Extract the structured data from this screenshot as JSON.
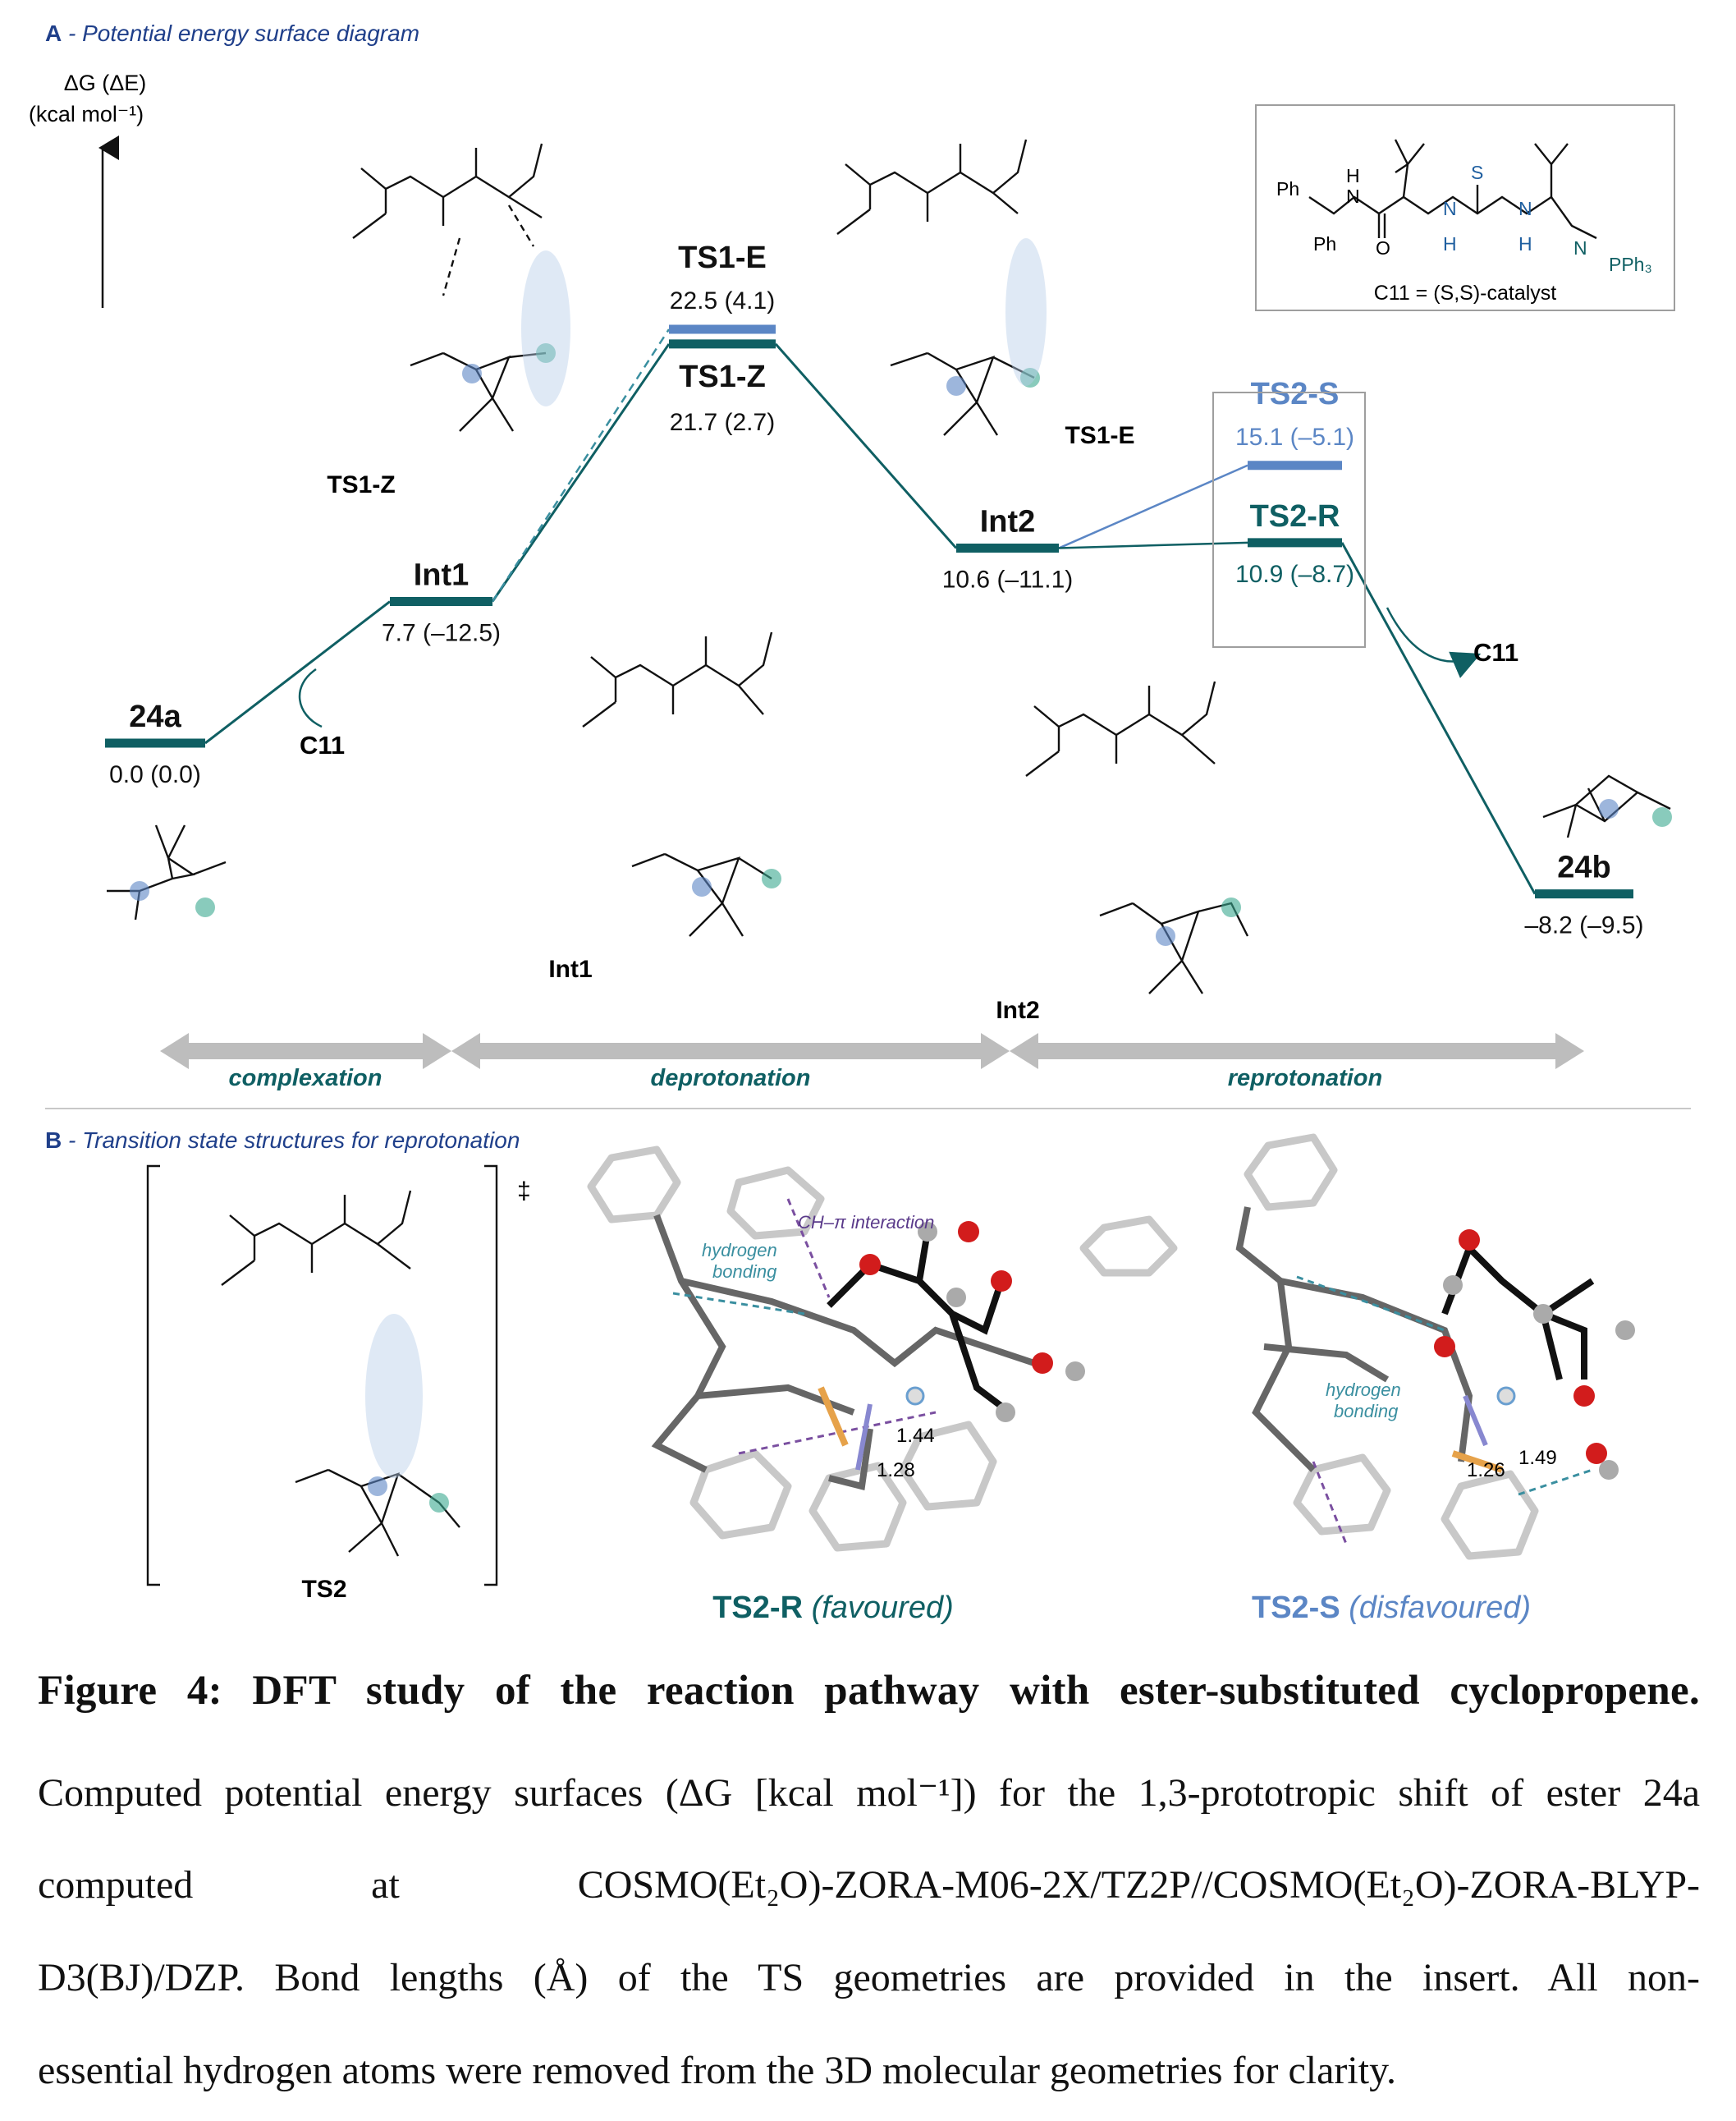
{
  "panelA": {
    "letter": "A",
    "title": " - Potential energy surface diagram",
    "yaxis": {
      "line1": "ΔG (ΔE)",
      "line2": "(kcal mol⁻¹)"
    },
    "phases": [
      "complexation",
      "deprotonation",
      "reprotonation"
    ],
    "catalyst_box": "C11 = (S,S)-catalyst",
    "c11_labels": [
      "C11",
      "C11"
    ],
    "states": [
      {
        "id": "24a",
        "label": "24a",
        "energy": "0.0 (0.0)",
        "g": 0.0
      },
      {
        "id": "Int1",
        "label": "Int1",
        "energy": "7.7 (–12.5)",
        "g": 7.7
      },
      {
        "id": "TS1-E",
        "label": "TS1-E",
        "energy": "22.5 (4.1)",
        "g": 22.5
      },
      {
        "id": "TS1-Z",
        "label": "TS1-Z",
        "energy": "21.7 (2.7)",
        "g": 21.7
      },
      {
        "id": "Int2",
        "label": "Int2",
        "energy": "10.6 (–11.1)",
        "g": 10.6
      },
      {
        "id": "TS2-S",
        "label": "TS2-S",
        "energy": "15.1 (–5.1)",
        "g": 15.1
      },
      {
        "id": "TS2-R",
        "label": "TS2-R",
        "energy": "10.9 (–8.7)",
        "g": 10.9
      },
      {
        "id": "24b",
        "label": "24b",
        "energy": "–8.2 (–9.5)",
        "g": -8.2
      }
    ],
    "structure_labels": [
      "TS1-Z",
      "TS1-E",
      "Int1",
      "Int2"
    ]
  },
  "panelB": {
    "letter": "B",
    "title": " - Transition state structures for reprotonation",
    "ts_label": "TS2",
    "dagger": "‡",
    "tsR": {
      "name": "TS2-R",
      "note": " (favoured)",
      "d1": "1.28",
      "d2": "1.44"
    },
    "tsS": {
      "name": "TS2-S",
      "note": " (disfavoured)",
      "d1": "1.26",
      "d2": "1.49"
    },
    "annotations": {
      "hb": "hydrogen",
      "hb2": "bonding",
      "ch": "CH–π interaction"
    }
  },
  "caption": {
    "title": "Figure 4: DFT study of the reaction pathway with ester-substituted cyclopropene.",
    "line1": "Computed potential energy surfaces (ΔG [kcal mol⁻¹]) for the 1,3-prototropic shift of ester 24a",
    "line2a": "computed",
    "line2b": "at",
    "line2c": "COSMO(Et₂O)-ZORA-M06-2X/TZ2P//COSMO(Et₂O)-ZORA-BLYP-",
    "line3": "D3(BJ)/DZP. Bond lengths (Å) of the TS geometries are provided in the insert. All non-",
    "line4": "essential hydrogen atoms were removed from the 3D molecular geometries for clarity."
  },
  "colors": {
    "teal": "#0f5f63",
    "blue": "#5b86c5",
    "navy": "#1f3f8a",
    "grey": "#bdbdbd",
    "dash": "#3a8fa0"
  }
}
